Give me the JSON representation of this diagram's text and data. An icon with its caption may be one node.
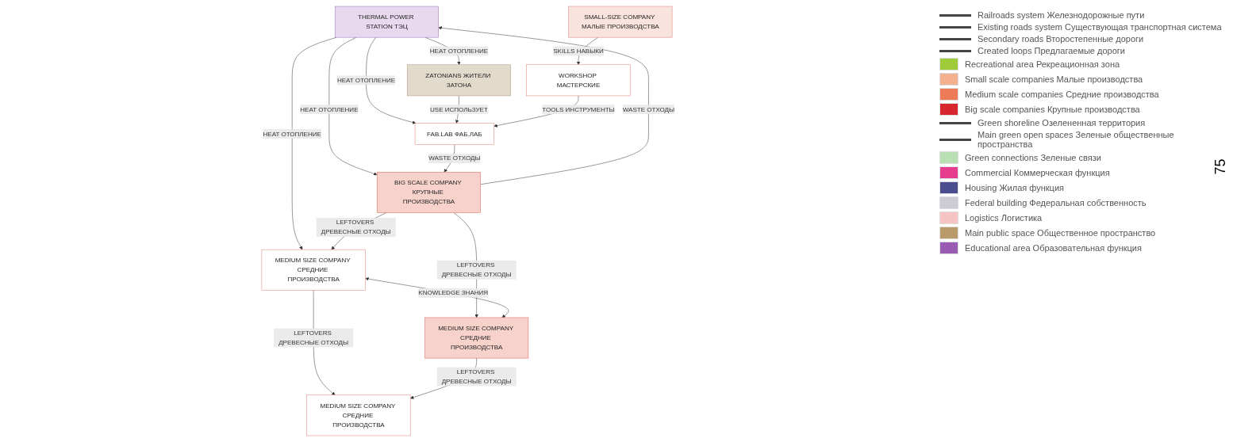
{
  "diagram": {
    "nodes": [
      {
        "text": [
          "THERMAL POWER STATION ТЭЦ"
        ]
      },
      {
        "text": [
          "ZATONIANS ЖИТЕЛИ ЗАТОНА"
        ]
      },
      {
        "text": [
          "FAB.LAB ФАБ.ЛАБ"
        ]
      },
      {
        "text": [
          "WORKSHOP МАСТЕРСКИЕ"
        ]
      },
      {
        "text": [
          "SMALL-SIZE COMPANY МАЛЫЕ ПРОИЗВОДСТВА"
        ]
      },
      {
        "text": [
          "BIG SCALE COMPANY КРУПНЫЕ ПРОИЗВОДСТВА"
        ]
      },
      {
        "text": [
          "MEDIUM SIZE COMPANY СРЕДНИЕ ПРОИЗВОДСТВА"
        ]
      },
      {
        "text": [
          "MEDIUM SIZE COMPANY СРЕДНИЕ ПРОИЗВОДСТВА"
        ]
      },
      {
        "text": [
          "MEDIUM SIZE COMPANY СРЕДНИЕ ПРОИЗВОДСТВА"
        ]
      }
    ],
    "edges": [
      {
        "from": 0,
        "to": 1,
        "arrow": "to",
        "label": "HEAT ОТОПЛЕНИЕ"
      },
      {
        "from": 0,
        "to": 2,
        "arrow": "to",
        "label": "HEAT ОТОПЛЕНИЕ"
      },
      {
        "from": 0,
        "to": 5,
        "arrow": "to",
        "label": "HEAT ОТОПЛЕНИЕ"
      },
      {
        "from": 5,
        "to": 0,
        "arrow": "to",
        "label": "WASTE ОТХОДЫ"
      },
      {
        "from": 2,
        "to": 5,
        "arrow": "to",
        "label": "WASTE ОТХОДЫ"
      },
      {
        "from": 0,
        "to": 6,
        "arrow": "to",
        "label": "HEAT ОТОПЛЕНИЕ"
      },
      {
        "from": 1,
        "to": 2,
        "arrow": "to",
        "label": "USE ИСПОЛЬЗУЕТ"
      },
      {
        "from": 3,
        "to": 2,
        "arrow": "to",
        "label": "TOOLS ИНСТРУМЕНТЫ"
      },
      {
        "from": 4,
        "to": 3,
        "arrow": "to",
        "label": "SKILLS НАВЫКИ"
      },
      {
        "from": 5,
        "to": 6,
        "arrow": "to",
        "label": "LEFTOVERS ДРЕВЕСНЫЕ ОТХОДЫ"
      },
      {
        "from": 5,
        "to": 7,
        "arrow": "to",
        "label": "LEFTOVERS ДРЕВЕСНЫЕ ОТХОДЫ"
      },
      {
        "from": 6,
        "to": 7,
        "arrow": "both",
        "label": "KNOWLEDGE ЗНАНИЯ"
      },
      {
        "from": 6,
        "to": 8,
        "arrow": "to",
        "label": "LEFTOVERS ДРЕВЕСНЫЕ ОТХОДЫ"
      },
      {
        "from": 7,
        "to": 8,
        "arrow": "to",
        "label": "LEFTOVERS ДРЕВЕСНЫЕ ОТХОДЫ"
      }
    ],
    "labels": [
      "75"
    ],
    "legend": [
      {
        "text": "Railroads system Железнодорожные пути"
      },
      {
        "text": "Existing roads system Существующая транспортная система"
      },
      {
        "text": "Secondary roads Второстепенные дороги"
      },
      {
        "text": "Created loops Предлагаемые дороги"
      },
      {
        "text": "Recreational area Рекреационная зона",
        "color": "#9fcb3a"
      },
      {
        "text": "Small scale companies Малые производства",
        "color": "#f5b08f"
      },
      {
        "text": "Medium scale companies Средние производства",
        "color": "#ee7b58"
      },
      {
        "text": "Big scale companies Крупные производства",
        "color": "#d8262e"
      },
      {
        "text": "Green shoreline Озелененная территория"
      },
      {
        "text": "Main green open spaces Зеленые общественные пространства"
      },
      {
        "text": "Green connections Зеленые связи",
        "color": "#b9e0b3"
      },
      {
        "text": "Commercial Коммерческая функция",
        "color": "#e63d8e"
      },
      {
        "text": "Housing Жилая функция",
        "color": "#4a4e8e"
      },
      {
        "text": "Federal building Федеральная собственность",
        "color": "#cdcbd6"
      },
      {
        "text": "Logistics Логистика",
        "color": "#f6c4c2"
      },
      {
        "text": "Main public space Общественное пространство",
        "color": "#b99a6a"
      },
      {
        "text": "Educational area Образовательная функция",
        "color": "#9a5bb3"
      }
    ]
  }
}
